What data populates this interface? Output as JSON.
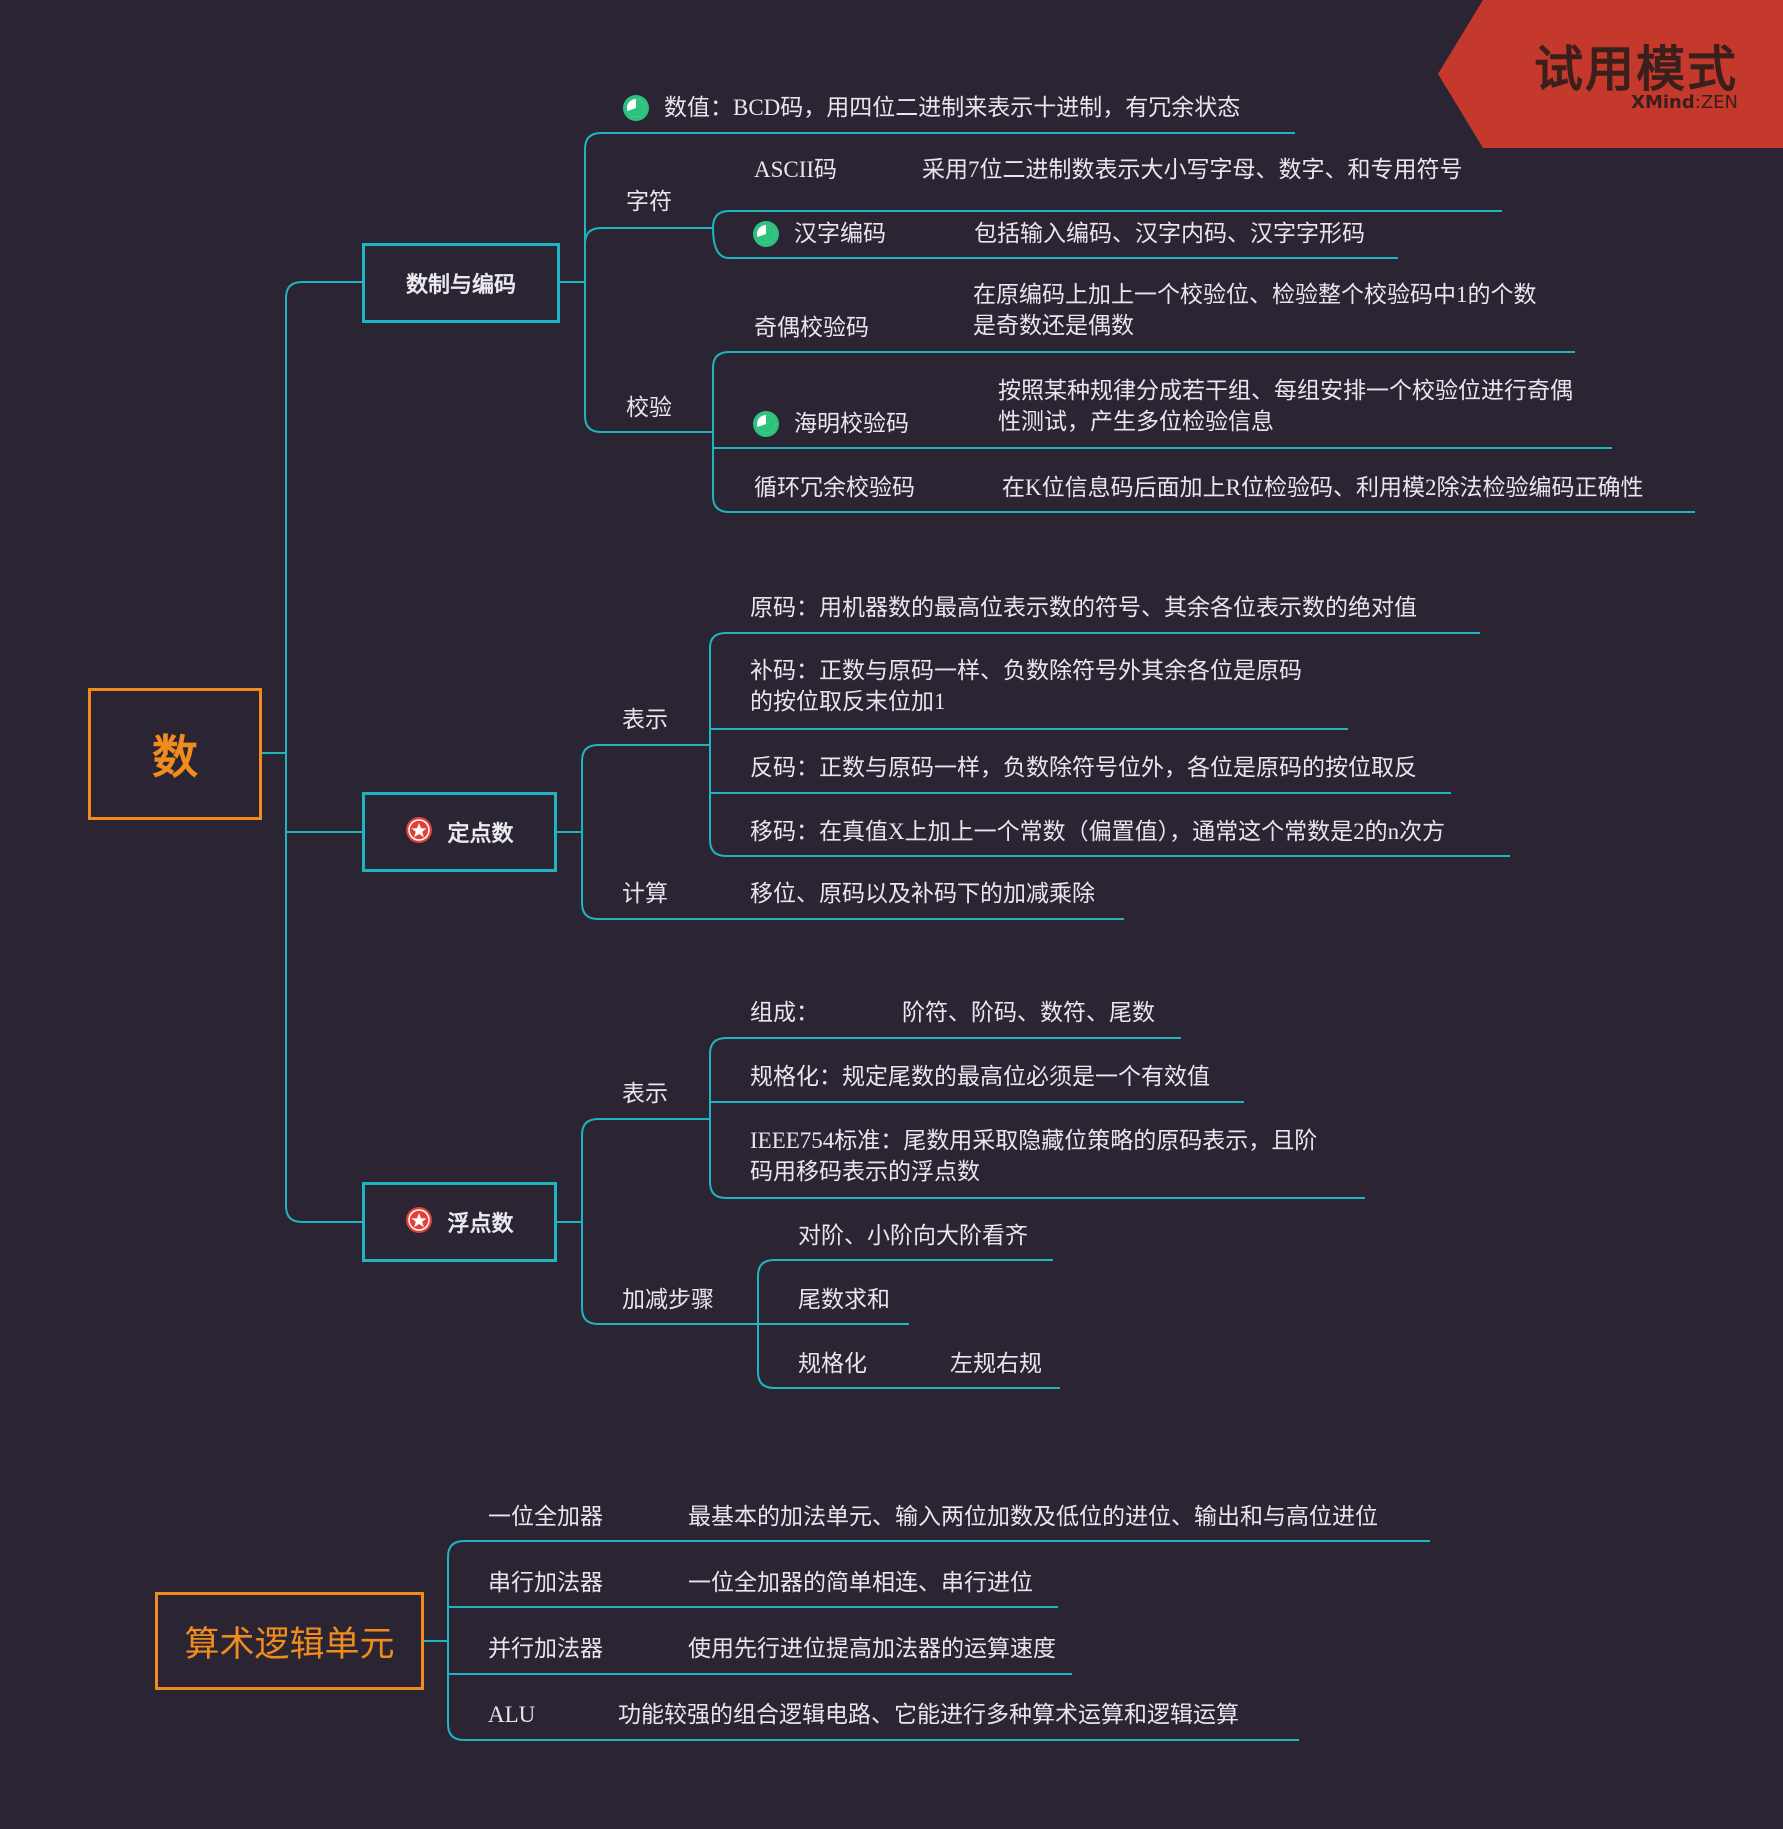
{
  "watermark": {
    "title": "试用模式",
    "brand_bold": "XMind",
    "brand_sep": ":",
    "brand_light": "ZEN"
  },
  "colors": {
    "background": "#2b2533",
    "branch": "#1fb4c0",
    "root": "#f08c1e",
    "ribbon": "#c4392b",
    "progress_icon": "#2ec27e",
    "priority_icon": "#e2413b"
  },
  "icons": {
    "progress": "pie-progress-icon",
    "priority": "star-priority-icon"
  },
  "map": {
    "root": "数",
    "branches": [
      {
        "label": "数制与编码",
        "children": [
          {
            "text": "数值：BCD码，用四位二进制来表示十进制，有冗余状态"
          },
          {
            "label": "字符",
            "children": [
              {
                "label": "ASCII码",
                "detail": "采用7位二进制数表示大小写字母、数字、和专用符号"
              },
              {
                "label": "汉字编码",
                "detail": "包括输入编码、汉字内码、汉字字形码"
              }
            ]
          },
          {
            "label": "校验",
            "children": [
              {
                "label": "奇偶校验码",
                "detail": [
                  "在原编码上加上一个校验位、检验整个校验码中1的个数",
                  "是奇数还是偶数"
                ]
              },
              {
                "label": "海明校验码",
                "detail": [
                  "按照某种规律分成若干组、每组安排一个校验位进行奇偶",
                  "性测试，产生多位检验信息"
                ]
              },
              {
                "label": "循环冗余校验码",
                "detail": "在K位信息码后面加上R位检验码、利用模2除法检验编码正确性"
              }
            ]
          }
        ]
      },
      {
        "label": "定点数",
        "children": [
          {
            "label": "表示",
            "children": [
              "原码：用机器数的最高位表示数的符号、其余各位表示数的绝对值",
              [
                "补码：正数与原码一样、负数除符号外其余各位是原码",
                "的按位取反末位加1"
              ],
              "反码：正数与原码一样，负数除符号位外，各位是原码的按位取反",
              "移码：在真值X上加上一个常数（偏置值），通常这个常数是2的n次方"
            ]
          },
          {
            "label": "计算",
            "detail": "移位、原码以及补码下的加减乘除"
          }
        ]
      },
      {
        "label": "浮点数",
        "children": [
          {
            "label": "表示",
            "children": [
              {
                "label": "组成：",
                "detail": "阶符、阶码、数符、尾数"
              },
              "规格化：规定尾数的最高位必须是一个有效值",
              [
                "IEEE754标准：尾数用采取隐藏位策略的原码表示，且阶",
                "码用移码表示的浮点数"
              ]
            ]
          },
          {
            "label": "加减步骤",
            "children": [
              "对阶、小阶向大阶看齐",
              "尾数求和",
              {
                "label": "规格化",
                "detail": "左规右规"
              }
            ]
          }
        ]
      }
    ]
  },
  "map2": {
    "root": "算术逻辑单元",
    "items": [
      {
        "label": "一位全加器",
        "detail": "最基本的加法单元、输入两位加数及低位的进位、输出和与高位进位"
      },
      {
        "label": "串行加法器",
        "detail": "一位全加器的简单相连、串行进位"
      },
      {
        "label": "并行加法器",
        "detail": "使用先行进位提高加法器的运算速度"
      },
      {
        "label": "ALU",
        "detail": "功能较强的组合逻辑电路、它能进行多种算术运算和逻辑运算"
      }
    ]
  }
}
